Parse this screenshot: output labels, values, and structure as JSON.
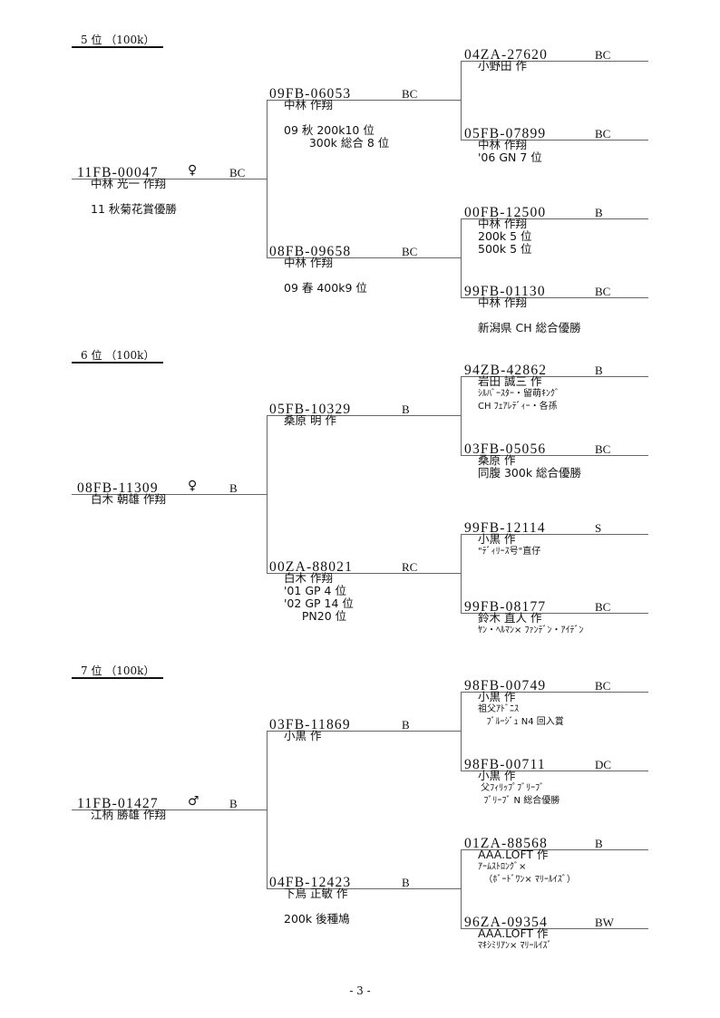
{
  "sections": [
    {
      "header": "5 位 （100k）",
      "subject": {
        "ring": "11FB-00047",
        "sex": "♀",
        "color": "BC",
        "lines": [
          "中林 光一 作翔",
          "",
          "11 秋菊花賞優勝"
        ]
      },
      "sire": {
        "ring": "09FB-06053",
        "color": "BC",
        "lines": [
          "中林 作翔",
          "",
          "09 秋 200k10 位",
          "       300k 総合 8 位"
        ]
      },
      "dam": {
        "ring": "08FB-09658",
        "color": "BC",
        "lines": [
          "中林 作翔",
          "",
          "09 春 400k9 位"
        ]
      },
      "sire_sire": {
        "ring": "04ZA-27620",
        "color": "BC",
        "lines": [
          "小野田 作"
        ]
      },
      "sire_dam": {
        "ring": "05FB-07899",
        "color": "BC",
        "lines": [
          "中林 作翔",
          "'06 GN 7 位"
        ]
      },
      "dam_sire": {
        "ring": "00FB-12500",
        "color": "B",
        "lines": [
          "中林 作翔",
          "200k 5 位",
          "500k 5 位"
        ]
      },
      "dam_dam": {
        "ring": "99FB-01130",
        "color": "BC",
        "lines": [
          "中林 作翔",
          "",
          "新潟県 CH 総合優勝"
        ]
      }
    },
    {
      "header": "6 位 （100k）",
      "subject": {
        "ring": "08FB-11309",
        "sex": "♀",
        "color": "B",
        "lines": [
          "白木 朝雄 作翔"
        ]
      },
      "sire": {
        "ring": "05FB-10329",
        "color": "B",
        "lines": [
          "桑原 明 作"
        ]
      },
      "dam": {
        "ring": "00ZA-88021",
        "color": "RC",
        "lines": [
          "白木 作翔",
          "'01 GP 4 位",
          "'02 GP 14 位",
          "     PN20 位"
        ]
      },
      "sire_sire": {
        "ring": "94ZB-42862",
        "color": "B",
        "lines": [
          "岩田 誠三 作",
          "ｼﾙﾊﾞｰｽﾀｰ・留萌ｷﾝｸﾞ",
          "CH ﾌｪｱﾚﾃﾞｨｰ・各孫"
        ]
      },
      "sire_dam": {
        "ring": "03FB-05056",
        "color": "BC",
        "lines": [
          "桑原 作",
          "同腹 300k 総合優勝"
        ]
      },
      "dam_sire": {
        "ring": "99FB-12114",
        "color": "S",
        "lines": [
          "小黒 作",
          "\"ﾃﾞｨﾘｰｽ号\"直仔"
        ]
      },
      "dam_dam": {
        "ring": "99FB-08177",
        "color": "BC",
        "lines": [
          "鈴木 直人 作",
          "ﾔﾝ・ﾍﾙﾏﾝ× ﾌｧﾝﾃﾞﾝ・ｱｲﾃﾞﾝ"
        ]
      }
    },
    {
      "header": "7 位 （100k）",
      "subject": {
        "ring": "11FB-01427",
        "sex": "♂",
        "color": "B",
        "lines": [
          "江柄 勝雄 作翔"
        ]
      },
      "sire": {
        "ring": "03FB-11869",
        "color": "B",
        "lines": [
          "小黒 作"
        ]
      },
      "dam": {
        "ring": "04FB-12423",
        "color": "B",
        "lines": [
          "下鳥 正敏 作",
          "",
          "200k 後種鳩"
        ]
      },
      "sire_sire": {
        "ring": "98FB-00749",
        "color": "BC",
        "lines": [
          "小黒 作",
          "祖父ｱﾄﾞﾆｽ",
          "   ﾌﾞﾙｰｼﾞｭ N4 回入賞"
        ]
      },
      "sire_dam": {
        "ring": "98FB-00711",
        "color": "DC",
        "lines": [
          "小黒 作",
          " 父ﾌｨﾘｯﾌﾟﾌﾞﾘｰﾌﾞ",
          "  ﾌﾞﾘｰﾌﾞ N 総合優勝"
        ]
      },
      "dam_sire": {
        "ring": "01ZA-88568",
        "color": "B",
        "lines": [
          "AAA.LOFT 作",
          "ｱｰﾑｽﾄﾛﾝｸﾞ×",
          "  （ﾎﾞｰﾄﾞﾜﾝ× ﾏﾘｰﾙｲｽﾞ）"
        ]
      },
      "dam_dam": {
        "ring": "96ZA-09354",
        "color": "BW",
        "lines": [
          "AAA.LOFT 作",
          "ﾏｷｼﾐﾘｱﾝ× ﾏﾘｰﾙｲｽﾞ"
        ]
      }
    }
  ],
  "page_number": "- 3 -"
}
